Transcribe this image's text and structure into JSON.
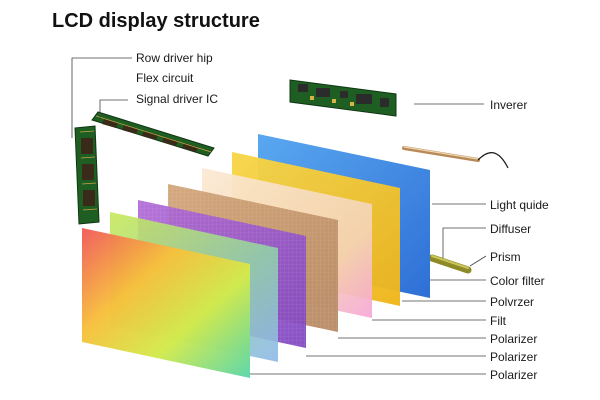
{
  "title": "LCD display structure",
  "labels": {
    "row_driver": "Row driver  hip",
    "flex_circuit": "Flex circuit",
    "signal_driver": "Signal driver  IC",
    "inverter": "Inverer",
    "light_guide": "Light quide",
    "diffuser": "Diffuser",
    "prism": "Prism",
    "color_filter": "Color filter",
    "polarizer_1": "Polvrzer",
    "filt": "Filt",
    "polarizer_2": "Polarizer",
    "polarizer_3": "Polarizer",
    "polarizer_4": "Polarizer"
  },
  "colors": {
    "pcb_green": "#1f5e23",
    "pcb_trace": "#c9a441",
    "blue_layer": "#3f8fe6",
    "yellow_layer": "#f2c81e",
    "cream_layer": "#f6ddc0",
    "tan_layer": "#c49a72",
    "purple_layer": "#9a55c8",
    "leader_line": "#444444"
  }
}
